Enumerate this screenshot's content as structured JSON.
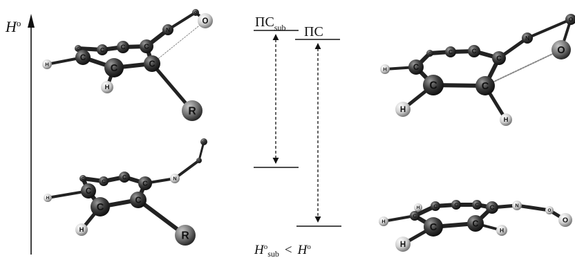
{
  "axis": {
    "label": "H",
    "label_sup": "o"
  },
  "levels": {
    "ts_sub": {
      "main": "ПС",
      "sub": "sub"
    },
    "ts": {
      "main": "ПС"
    }
  },
  "comparison": {
    "left_main": "H",
    "left_sup": "o",
    "left_sub": "sub",
    "operator": "<",
    "right_main": "H",
    "right_sup": "o"
  },
  "atom_labels": {
    "carbon": "C",
    "hydrogen": "H",
    "nitrogen": "N",
    "oxygen": "O",
    "substituent": "R"
  },
  "colors": {
    "line": "#111111",
    "atom_dark": "#3a3a3a",
    "atom_light": "#d9d9d9",
    "atom_r": "#6a6a6a"
  }
}
